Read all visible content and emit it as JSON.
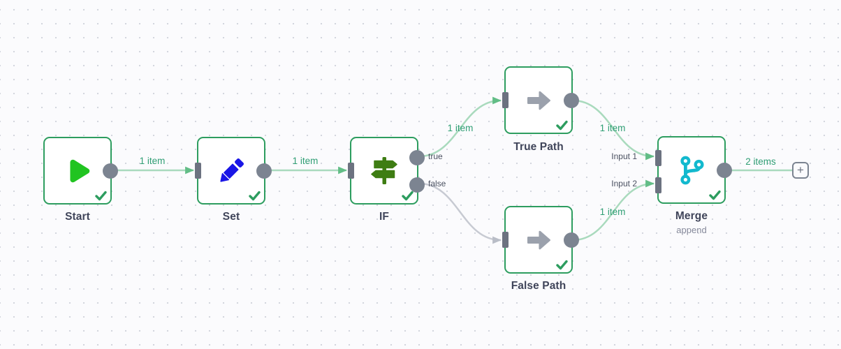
{
  "canvas": {
    "background": "#fbfbfd",
    "dot_color": "#d3d6de"
  },
  "colors": {
    "node_border": "#2d9d5f",
    "success_check": "#2d9d5f",
    "edge_green": "#a9dabd",
    "edge_arrow_green": "#62bd86",
    "edge_gray": "#c7cad2",
    "edge_arrow_gray": "#b9bdc7",
    "edge_label_green": "#2f9e74",
    "port_circle_gray": "#7c8491",
    "port_rect_gray": "#6c7280",
    "play_green": "#21c421",
    "pencil_blue": "#1a16e6",
    "signpost_green": "#3e7d13",
    "arrow_icon_gray": "#9ba1ac",
    "branch_cyan": "#12b9ce",
    "node_label_text": "#40455a",
    "subtitle_text": "#85899a"
  },
  "nodes": [
    {
      "id": "start",
      "label": "Start",
      "icon": "play-icon",
      "status": "success"
    },
    {
      "id": "set",
      "label": "Set",
      "icon": "pencil-icon",
      "status": "success"
    },
    {
      "id": "if",
      "label": "IF",
      "icon": "signpost-icon",
      "status": "success"
    },
    {
      "id": "true-path",
      "label": "True Path",
      "icon": "arrow-right-icon",
      "status": "success"
    },
    {
      "id": "false-path",
      "label": "False Path",
      "icon": "arrow-right-icon",
      "status": "success"
    },
    {
      "id": "merge",
      "label": "Merge",
      "subtitle": "append",
      "icon": "code-branch-icon",
      "status": "success"
    }
  ],
  "edges": [
    {
      "from": "start",
      "to": "set",
      "label": "1 item"
    },
    {
      "from": "set",
      "to": "if",
      "label": "1 item"
    },
    {
      "from": "if:true",
      "to": "true-path",
      "label": "1 item"
    },
    {
      "from": "true-path",
      "to": "merge:input1",
      "label": "1 item"
    },
    {
      "from": "if:false",
      "to": "false-path",
      "label": null
    },
    {
      "from": "false-path",
      "to": "merge:input2",
      "label": "1 item"
    },
    {
      "from": "merge",
      "to": "add-node-button",
      "label": "2 items"
    }
  ],
  "port_labels": {
    "if_true": "true",
    "if_false": "false",
    "merge_input1": "Input 1",
    "merge_input2": "Input 2"
  },
  "add_button": {
    "label": "+"
  }
}
